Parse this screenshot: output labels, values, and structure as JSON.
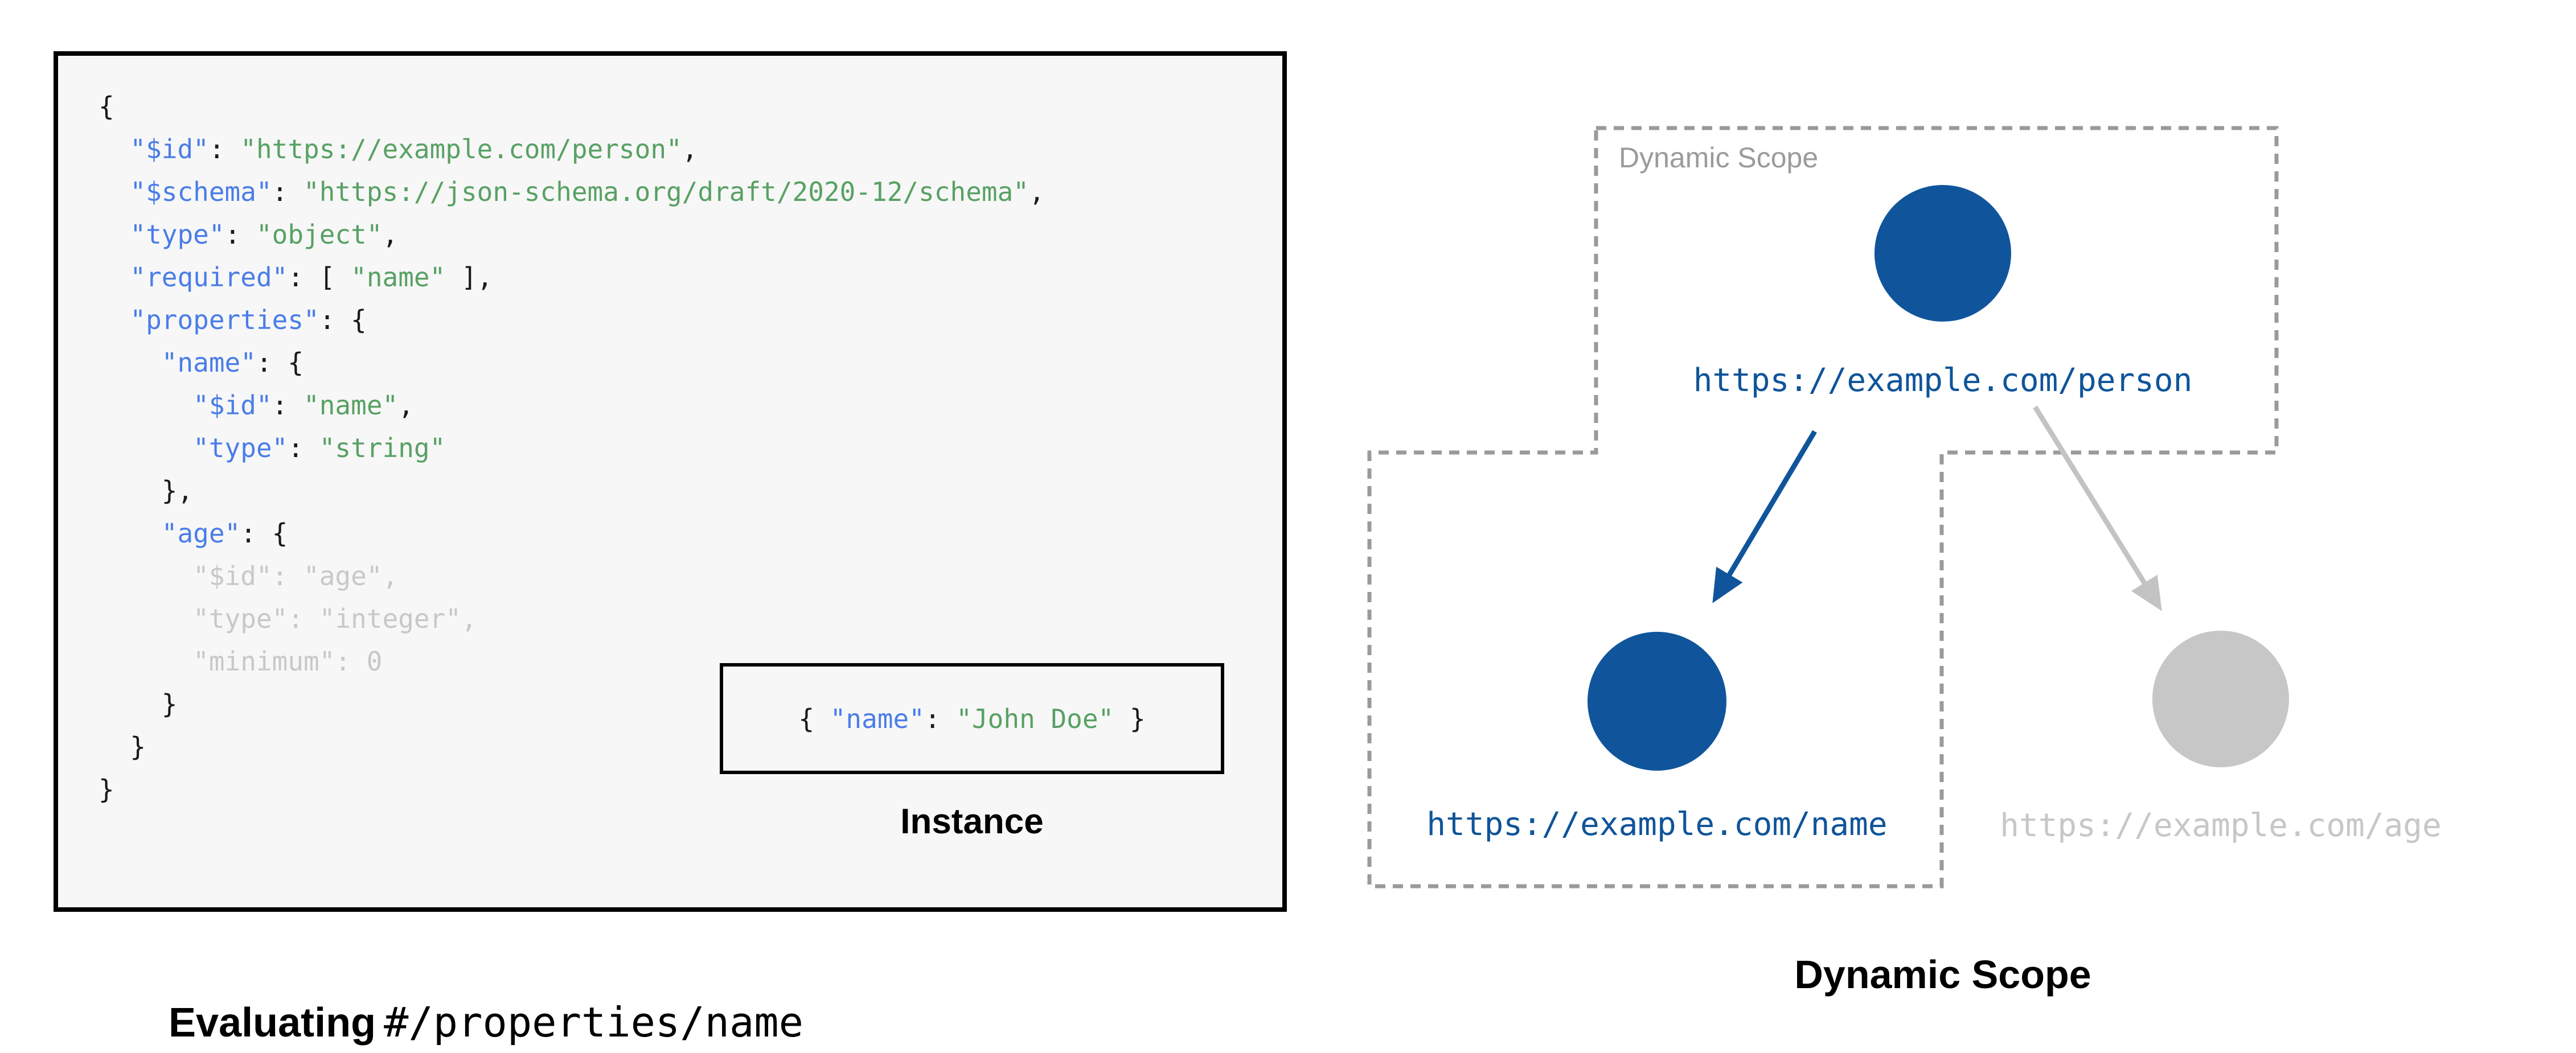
{
  "left_panel": {
    "code": {
      "lines": [
        [
          {
            "c": "p",
            "t": "{"
          }
        ],
        [
          {
            "c": "p",
            "t": "  "
          },
          {
            "c": "k",
            "t": "\"$id\""
          },
          {
            "c": "p",
            "t": ": "
          },
          {
            "c": "s",
            "t": "\"https://example.com/person\""
          },
          {
            "c": "p",
            "t": ","
          }
        ],
        [
          {
            "c": "p",
            "t": "  "
          },
          {
            "c": "k",
            "t": "\"$schema\""
          },
          {
            "c": "p",
            "t": ": "
          },
          {
            "c": "s",
            "t": "\"https://json-schema.org/draft/2020-12/schema\""
          },
          {
            "c": "p",
            "t": ","
          }
        ],
        [
          {
            "c": "p",
            "t": "  "
          },
          {
            "c": "k",
            "t": "\"type\""
          },
          {
            "c": "p",
            "t": ": "
          },
          {
            "c": "s",
            "t": "\"object\""
          },
          {
            "c": "p",
            "t": ","
          }
        ],
        [
          {
            "c": "p",
            "t": "  "
          },
          {
            "c": "k",
            "t": "\"required\""
          },
          {
            "c": "p",
            "t": ": [ "
          },
          {
            "c": "s",
            "t": "\"name\""
          },
          {
            "c": "p",
            "t": " ],"
          }
        ],
        [
          {
            "c": "p",
            "t": "  "
          },
          {
            "c": "k",
            "t": "\"properties\""
          },
          {
            "c": "p",
            "t": ": {"
          }
        ],
        [
          {
            "c": "p",
            "t": "    "
          },
          {
            "c": "k",
            "t": "\"name\""
          },
          {
            "c": "p",
            "t": ": {"
          }
        ],
        [
          {
            "c": "p",
            "t": "      "
          },
          {
            "c": "k",
            "t": "\"$id\""
          },
          {
            "c": "p",
            "t": ": "
          },
          {
            "c": "s",
            "t": "\"name\""
          },
          {
            "c": "p",
            "t": ","
          }
        ],
        [
          {
            "c": "p",
            "t": "      "
          },
          {
            "c": "k",
            "t": "\"type\""
          },
          {
            "c": "p",
            "t": ": "
          },
          {
            "c": "s",
            "t": "\"string\""
          }
        ],
        [
          {
            "c": "p",
            "t": "    },"
          }
        ],
        [
          {
            "c": "p",
            "t": "    "
          },
          {
            "c": "k",
            "t": "\"age\""
          },
          {
            "c": "p",
            "t": ": {"
          }
        ],
        [
          {
            "c": "g",
            "t": "      \"$id\": \"age\","
          }
        ],
        [
          {
            "c": "g",
            "t": "      \"type\": \"integer\","
          }
        ],
        [
          {
            "c": "g",
            "t": "      \"minimum\": 0"
          }
        ],
        [
          {
            "c": "p",
            "t": "    }"
          }
        ],
        [
          {
            "c": "p",
            "t": "  }"
          }
        ],
        [
          {
            "c": "p",
            "t": "}"
          }
        ]
      ]
    },
    "instance": {
      "segments": [
        {
          "c": "p",
          "t": "{ "
        },
        {
          "c": "k",
          "t": "\"name\""
        },
        {
          "c": "p",
          "t": ": "
        },
        {
          "c": "s",
          "t": "\"John Doe\""
        },
        {
          "c": "p",
          "t": " }"
        }
      ],
      "label": "Instance"
    },
    "caption": {
      "bold_part": "Evaluating",
      "mono_part": "#/properties/name"
    }
  },
  "right_panel": {
    "scope_inner_label": "Dynamic Scope",
    "caption": "Dynamic Scope",
    "nodes": {
      "person": {
        "url": "https://example.com/person",
        "color": "#10559b"
      },
      "name": {
        "url": "https://example.com/name",
        "color": "#10559b"
      },
      "age": {
        "url": "https://example.com/age",
        "color": "#c7c7c7"
      }
    }
  },
  "colors": {
    "code_key_blue": "#4a7de8",
    "code_string_green": "#58a164",
    "code_punct_black": "#1a1a1a",
    "code_muted_gray": "#c8c8c8",
    "panel_bg": "#f7f7f7",
    "node_blue": "#10559b",
    "node_gray": "#c7c7c7",
    "url_blue": "#0f5499",
    "url_gray": "#c7c7c7",
    "dashed_border_gray": "#9a9a9a",
    "arrow_blue": "#10559b",
    "arrow_gray": "#c3c3c3"
  }
}
